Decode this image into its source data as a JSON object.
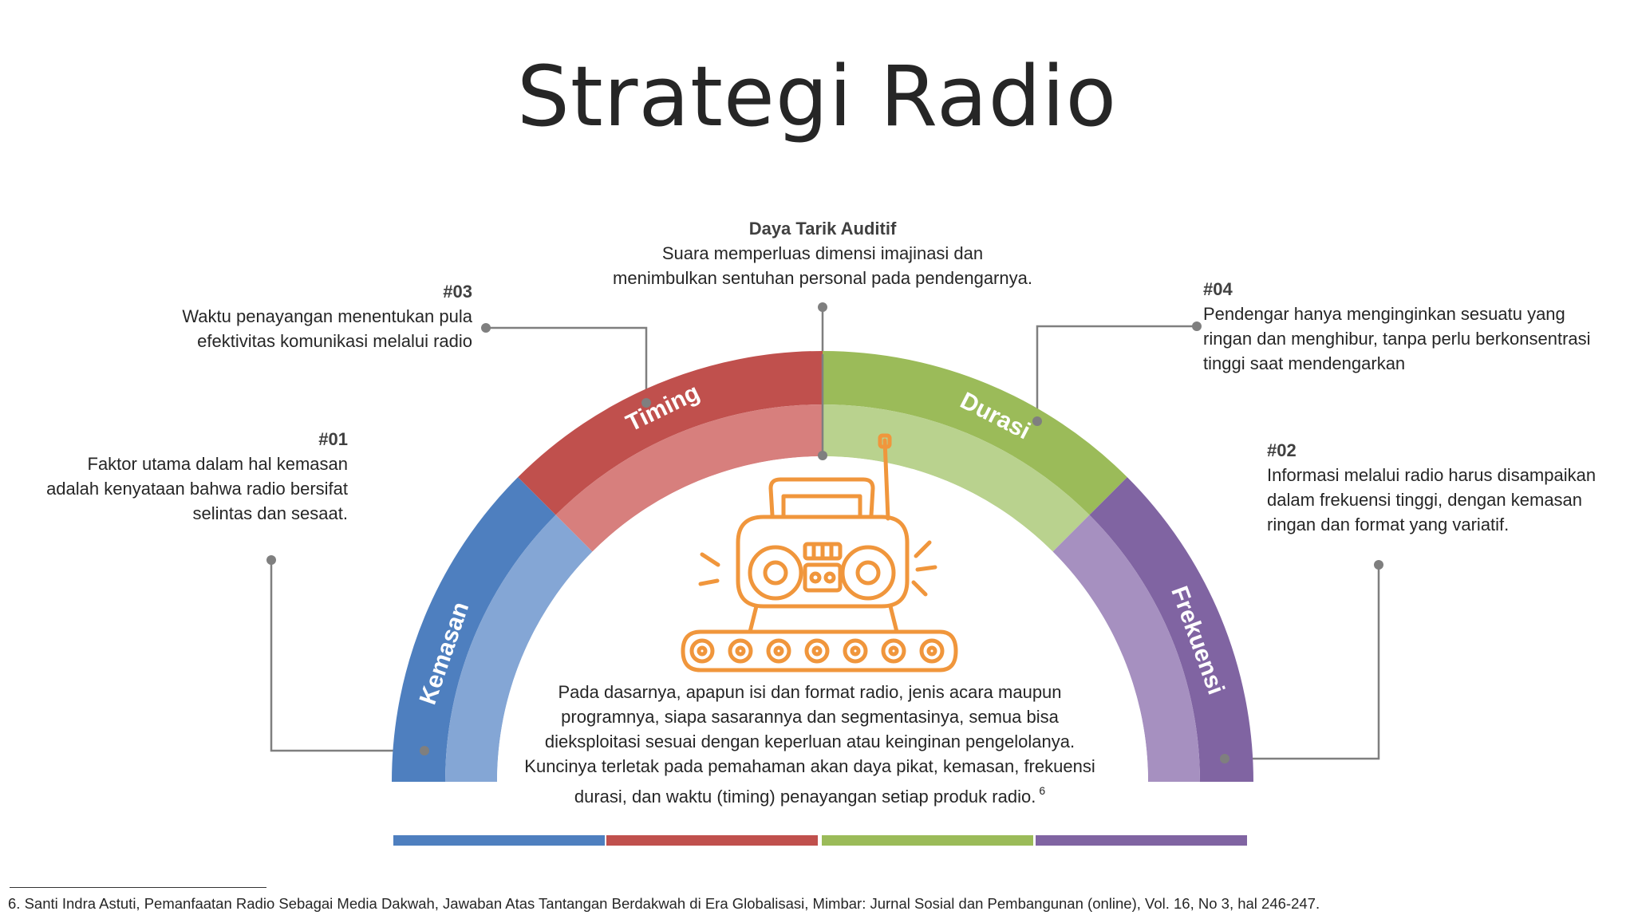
{
  "title": "Strategi Radio",
  "segments": [
    {
      "label": "Kemasan",
      "color": "#4E7FBF",
      "inner_color": "#84A6D5"
    },
    {
      "label": "Timing",
      "color": "#C0504D",
      "inner_color": "#D77F7D"
    },
    {
      "label": "Durasi",
      "color": "#9BBB59",
      "inner_color": "#B9D28E"
    },
    {
      "label": "Frekuensi",
      "color": "#8064A2",
      "inner_color": "#A690C0"
    }
  ],
  "callouts": {
    "c01": {
      "number": "#01",
      "text_lines": [
        "Faktor utama dalam hal kemasan",
        "adalah kenyataan bahwa radio bersifat",
        "selintas dan sesaat."
      ]
    },
    "c02": {
      "number": "#02",
      "text_lines": [
        "Informasi melalui radio harus disampaikan",
        "dalam frekuensi tinggi, dengan kemasan",
        "ringan dan format yang variatif."
      ]
    },
    "c03": {
      "number": "#03",
      "text_lines": [
        "Waktu penayangan menentukan pula",
        "efektivitas komunikasi melalui radio"
      ]
    },
    "c04": {
      "number": "#04",
      "text_lines": [
        "Pendengar hanya menginginkan sesuatu yang",
        "ringan dan menghibur, tanpa perlu berkonsentrasi",
        "tinggi saat mendengarkan"
      ]
    },
    "top": {
      "heading": "Daya Tarik Auditif",
      "text_lines": [
        "Suara memperluas dimensi imajinasi dan",
        "menimbulkan sentuhan personal pada pendengarnya."
      ]
    }
  },
  "central_text": {
    "lines": [
      "Pada dasarnya, apapun isi dan format radio, jenis acara maupun",
      "programnya, siapa sasarannya dan segmentasinya, semua bisa",
      "dieksploitasi sesuai dengan keperluan atau keinginan pengelolanya.",
      "Kuncinya terletak pada pemahaman akan daya pikat, kemasan, frekuensi",
      "durasi, dan waktu (timing) penayangan setiap produk radio."
    ],
    "footnote_ref": "6"
  },
  "illustration": {
    "icon": "boombox-icon",
    "color": "#F0963C"
  },
  "footnote": "6. Santi Indra Astuti, Pemanfaatan Radio Sebagai Media Dakwah, Jawaban Atas Tantangan Berdakwah di Era Globalisasi, Mimbar: Jurnal Sosial dan Pembangunan (online), Vol. 16, No 3, hal 246-247."
}
